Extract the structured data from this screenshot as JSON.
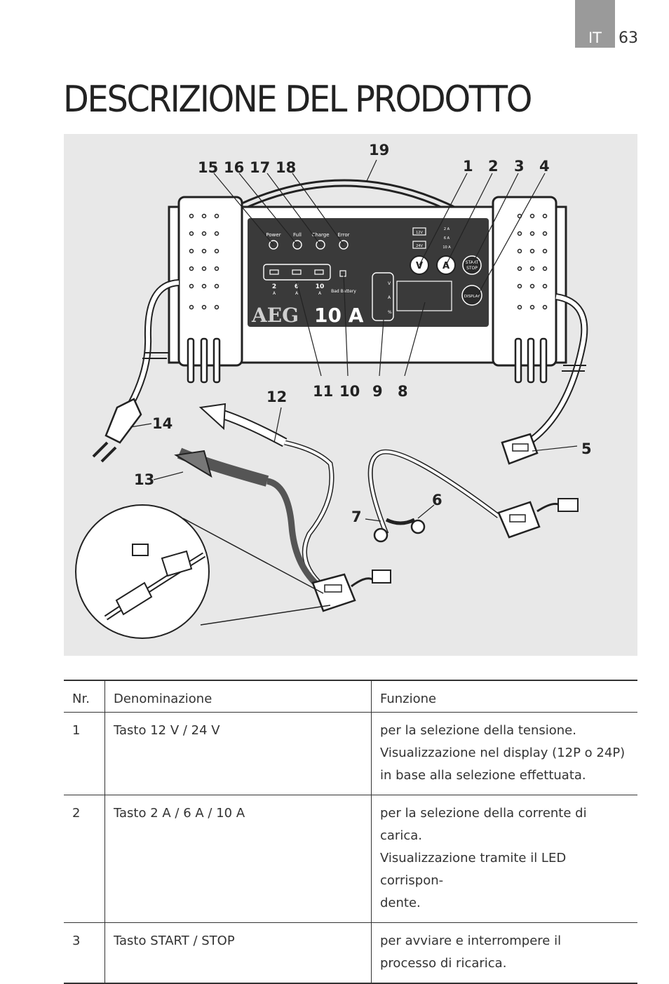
{
  "header": {
    "language": "IT",
    "page_number": "63"
  },
  "title": "DESCRIZIONE DEL PRODOTTO",
  "figure": {
    "callouts": [
      "19",
      "15",
      "16",
      "17",
      "18",
      "1",
      "2",
      "3",
      "4",
      "12",
      "11",
      "10",
      "9",
      "8",
      "14",
      "5",
      "13",
      "6",
      "7"
    ],
    "panel": {
      "brand": "AEG",
      "model": "10 A",
      "led_labels": [
        "Power",
        "Full",
        "Charge",
        "Error"
      ],
      "voltage_labels": [
        "12V",
        "24V"
      ],
      "current_labels": [
        "2 A",
        "6 A",
        "10 A"
      ],
      "current_scale": [
        "2",
        "6",
        "10"
      ],
      "current_unit": "A",
      "bad_battery": "Bad Battery",
      "buttons": {
        "voltage": "V",
        "current": "A",
        "start_stop_1": "START",
        "start_stop_2": "STOP",
        "display": "DISPLAY"
      },
      "display_units": [
        "V",
        "A",
        "%"
      ]
    }
  },
  "table": {
    "headers": [
      "Nr.",
      "Denominazione",
      "Funzione"
    ],
    "rows": [
      {
        "nr": "1",
        "name": "Tasto 12 V / 24 V",
        "function": [
          "per la selezione della tensione.",
          "Visualizzazione nel display (12P o 24P)",
          "in base alla selezione effettuata."
        ]
      },
      {
        "nr": "2",
        "name": "Tasto 2 A / 6 A / 10 A",
        "function": [
          "per la selezione della corrente di carica.",
          "Visualizzazione tramite il LED corrispon-",
          "dente."
        ]
      },
      {
        "nr": "3",
        "name": "Tasto START / STOP",
        "function": [
          "per avviare e interrompere il",
          "processo di ricarica."
        ]
      }
    ]
  }
}
